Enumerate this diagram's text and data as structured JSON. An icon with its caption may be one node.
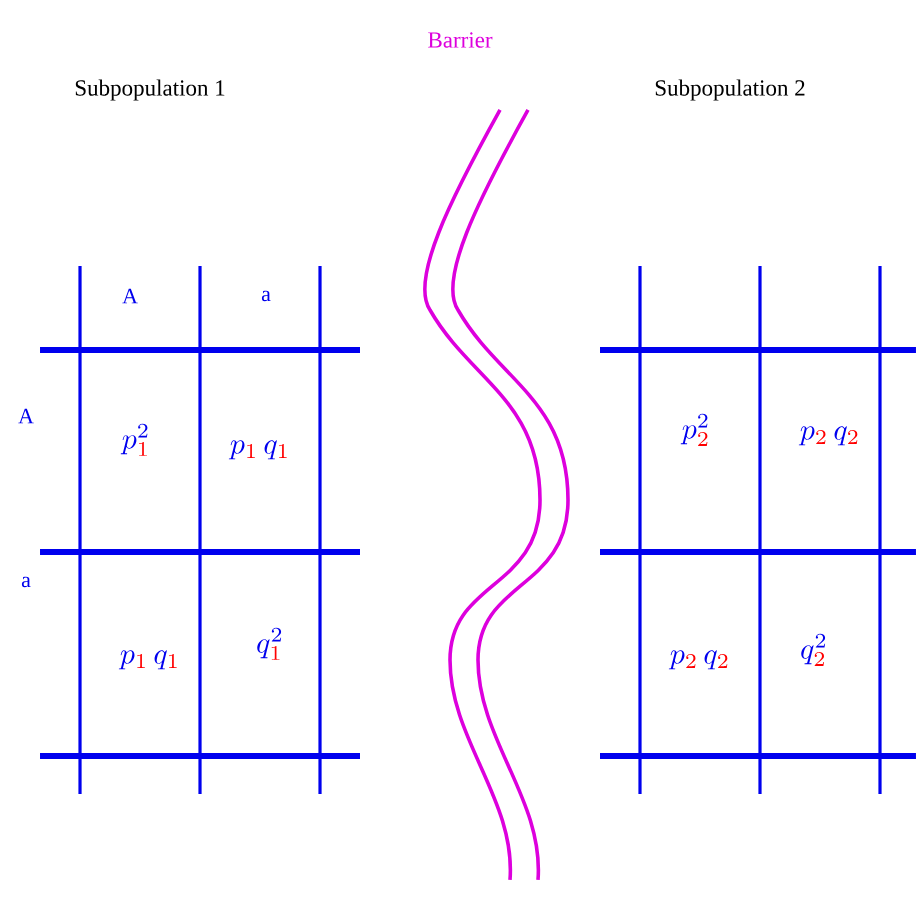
{
  "diagram": {
    "labels": [
      "Barrier",
      "Subpopulation 1",
      "Subpopulation 2",
      "A",
      "a",
      "A",
      "a",
      "p^{2}_{\\textcolor{red}{1}}",
      "p_{\\textcolor{red}{1}}\\,q_{\\textcolor{red}{1}}",
      "p_{\\textcolor{red}{1}}\\,q_{\\textcolor{red}{1}}",
      "q^{2}_{\\textcolor{red}{1}}",
      "p^{2}_{\\textcolor{red}{2}}",
      "p_{\\textcolor{red}{2}}\\,q_{\\textcolor{red}{2}}",
      "p_{\\textcolor{red}{2}}\\,q_{\\textcolor{red}{2}}",
      "q^{2}_{\\textcolor{red}{2}}"
    ]
  }
}
